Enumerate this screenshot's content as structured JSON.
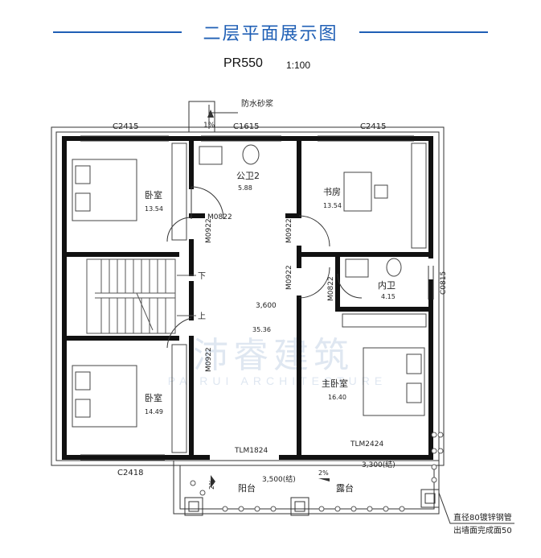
{
  "header": {
    "title": "二层平面展示图",
    "plan_code": "PR550",
    "scale": "1:100"
  },
  "watermark": {
    "cn": "沛睿建筑",
    "en": "PAIRUI ARCHITECTURE"
  },
  "rooms": {
    "bedroom_nw": {
      "name": "卧室",
      "area": "13.54"
    },
    "bath_public": {
      "name": "公卫2",
      "area": "5.88"
    },
    "study": {
      "name": "书房",
      "area": "13.54"
    },
    "bath_inner": {
      "name": "内卫",
      "area": "4.15"
    },
    "hall": {
      "width": "3,600",
      "area": "35.36"
    },
    "bedroom_sw": {
      "name": "卧室",
      "area": "14.49"
    },
    "master": {
      "name": "主卧室",
      "area": "16.40"
    },
    "balcony": {
      "name": "阳台",
      "dim": "3,500(结)"
    },
    "terrace": {
      "name": "露台",
      "dim": "3,300(结)"
    }
  },
  "labels": {
    "waterproof": "防水砂浆",
    "slope_roof": "1%",
    "slope_balcony": "2%",
    "slope_terrace": "2%",
    "slope_left": "2%",
    "stair_down": "下",
    "stair_up": "上"
  },
  "openings": {
    "c2415_left": "C2415",
    "c1615": "C1615",
    "c2415_right": "C2415",
    "c0815": "C0815",
    "c2418": "C2418",
    "m0822_a": "M0822",
    "m0922_a": "M0922",
    "m0922_b": "M0922",
    "m0922_c": "M0922",
    "m0822_b": "M0822",
    "m0922_d": "M0922",
    "tlm1824": "TLM1824",
    "tlm2424": "TLM2424"
  },
  "note": {
    "line1": "直径80镀锌钢管",
    "line2": "出墙面完成面50"
  },
  "colors": {
    "title": "#1f5fb5",
    "wall": "#111111",
    "line": "#333333",
    "watermark": "#dfe7f1"
  }
}
